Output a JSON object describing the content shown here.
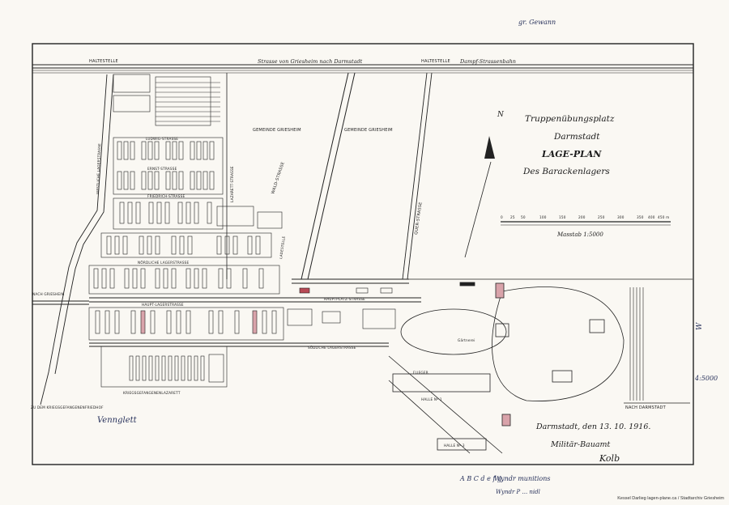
{
  "map": {
    "title_line1": "Truppenübungsplatz",
    "title_line2": "Darmstadt",
    "title_line3": "LAGE-PLAN",
    "title_line4": "Des Barackenlagers",
    "north_label": "N",
    "scale_label": "Masstab 1:5000",
    "scale_ticks": [
      "0",
      "25",
      "50",
      "100",
      "150",
      "200",
      "250",
      "300",
      "350",
      "400",
      "450 m"
    ],
    "signature_place_date": "Darmstadt, den 13. 10. 1916.",
    "signature_office": "Militär-Bauamt",
    "signature_name": "Kolb",
    "top_road": "Strasse von Griesheim nach Darmstadt",
    "tram": "Dampf-Strassenbahn",
    "stop_left": "HALTESTELLE",
    "stop_right": "HALTESTELLE",
    "gemeinde_1": "GEMEINDE GRIESHEIM",
    "gemeinde_2": "GEMEINDE GRIESHEIM",
    "ludwig": "LUDWIG-STRASSE",
    "ernst": "ERNST-STRASSE",
    "friedrich": "FRIEDRICH-STRASSE",
    "westliche": "WESTLICHE LAGERSTRASSE",
    "lazarett_str": "LAZARETT-STRASSE",
    "wald": "WALD-STRASSE",
    "quer": "QUER-STRASSE",
    "nord_lager": "NÖRDLICHE LAGERSTRASSE",
    "haupt_lager": "HAUPT-LAGERSTRASSE",
    "haupt_platz": "HAUPTPLATZ-STRASSE",
    "suedliche": "SÜDLICHE LAGERSTRASSE",
    "kriegsgef": "KRIEGSGEFANGENENLAZARETT",
    "nach_griesheim": "NACH GRIESHEIM",
    "nach_darmstadt": "NACH DARMSTADT",
    "kriegsgef_friedhof": "ZU DEM KRIEGSGEFANGENENFRIEDHOF",
    "halle1": "HALLE Nº 1",
    "halle3": "HALLE Nº 3",
    "flieger": "FLIEGER",
    "gaertnerei": "Gärtnerei",
    "ladestelle": "LADESTELLE"
  },
  "annotations": {
    "top_right_pencil": "gr. Gewann",
    "bottom_letters": "A B C d e f g.",
    "bottom_note_1": "Wyndr munitions",
    "bottom_note_2": "Wyndr P ... nidl",
    "left_signature": "Vennglett",
    "right_margin_1": "W",
    "right_margin_2": "4:5000"
  },
  "credit": {
    "line1": "Kessel Darlieg lagen-plane.ca / Stadtarchiv Griesheim"
  },
  "colors": {
    "ink": "#1f1f1f",
    "paper": "#faf8f3",
    "red_accent": "#b84a55",
    "pencil": "#5a6070"
  }
}
